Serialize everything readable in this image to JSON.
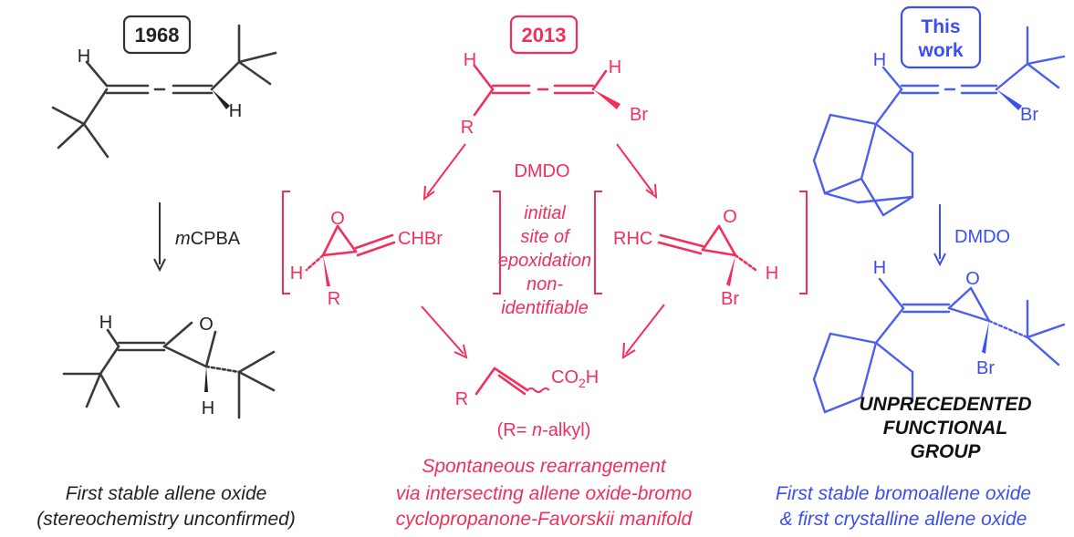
{
  "colors": {
    "black": "#222222",
    "red": "#f0305a",
    "blue": "#3b4ef0"
  },
  "left": {
    "year": "1968",
    "reagent_prefix": "m",
    "reagent_rest": "CPBA",
    "h_labels": [
      "H",
      "H",
      "H",
      "H"
    ],
    "o_label": "O",
    "caption_line1": "First stable allene oxide",
    "caption_line2": "(stereochemistry unconfirmed)"
  },
  "middle": {
    "year": "2013",
    "top_r": "R",
    "top_h1": "H",
    "top_h2": "H",
    "top_br": "Br",
    "reagent": "DMDO",
    "left_int_o": "O",
    "left_int_chbr": "CHBr",
    "left_int_h": "H",
    "left_int_r": "R",
    "right_int_rhc": "RHC",
    "right_int_o": "O",
    "right_int_h": "H",
    "right_int_br": "Br",
    "note_lines": [
      "initial",
      "site of",
      "epoxidation",
      "non-",
      "identifiable"
    ],
    "product_r": "R",
    "product_co2h_a": "CO",
    "product_co2h_sub": "2",
    "product_co2h_b": "H",
    "r_def_a": "(R= ",
    "r_def_n": "n",
    "r_def_b": "-alkyl)",
    "caption_lines": [
      "Spontaneous rearrangement",
      "via intersecting allene oxide-bromo",
      "cyclopropanone-Favorskii manifold"
    ]
  },
  "right": {
    "year_line1": "This",
    "year_line2": "work",
    "top_h": "H",
    "top_br": "Br",
    "reagent": "DMDO",
    "prod_h": "H",
    "prod_o": "O",
    "prod_br": "Br",
    "unprecedented_lines": [
      "UNPRECEDENTED",
      "FUNCTIONAL",
      "GROUP"
    ],
    "caption_line1": "First stable bromoallene oxide",
    "caption_line2": "& first crystalline allene oxide"
  }
}
